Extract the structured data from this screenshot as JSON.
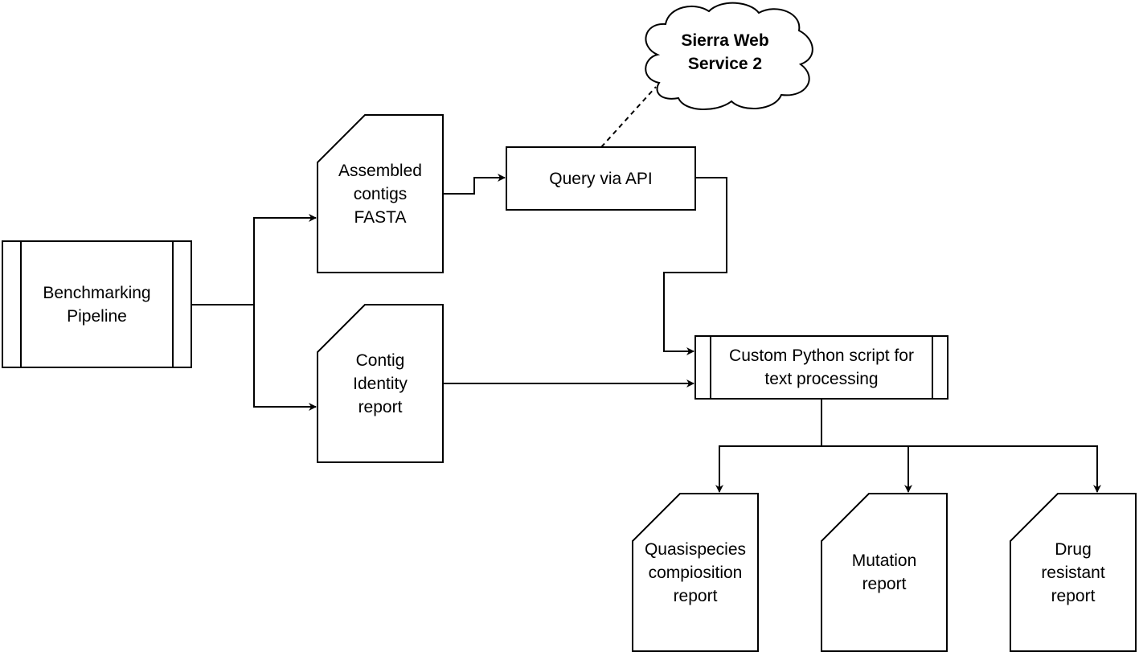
{
  "nodes": {
    "benchmarking_pipeline": "Benchmarking\nPipeline",
    "assembled_contigs": "Assembled\ncontigs\nFASTA",
    "contig_identity": "Contig\nIdentity\nreport",
    "query_api": "Query via API",
    "sierra": "Sierra Web\nService 2",
    "python_script": "Custom Python script for\ntext processing",
    "quasispecies": "Quasispecies\ncompiosition\nreport",
    "mutation": "Mutation\nreport",
    "drug_resistant": "Drug\nresistant\nreport"
  },
  "edges": [
    {
      "from": "Benchmarking Pipeline",
      "to": "Assembled contigs FASTA",
      "style": "solid-arrow"
    },
    {
      "from": "Benchmarking Pipeline",
      "to": "Contig Identity report",
      "style": "solid-arrow"
    },
    {
      "from": "Assembled contigs FASTA",
      "to": "Query via API",
      "style": "solid-arrow"
    },
    {
      "from": "Query via API",
      "to": "Sierra Web Service 2",
      "style": "dashed"
    },
    {
      "from": "Query via API",
      "to": "Custom Python script for text processing",
      "style": "solid-arrow"
    },
    {
      "from": "Contig Identity report",
      "to": "Custom Python script for text processing",
      "style": "solid-arrow"
    },
    {
      "from": "Custom Python script for text processing",
      "to": "Quasispecies compiosition report",
      "style": "solid-arrow"
    },
    {
      "from": "Custom Python script for text processing",
      "to": "Mutation report",
      "style": "solid-arrow"
    },
    {
      "from": "Custom Python script for text processing",
      "to": "Drug resistant report",
      "style": "solid-arrow"
    }
  ],
  "colors": {
    "stroke": "#000000",
    "fill": "#ffffff",
    "text": "#000000"
  }
}
